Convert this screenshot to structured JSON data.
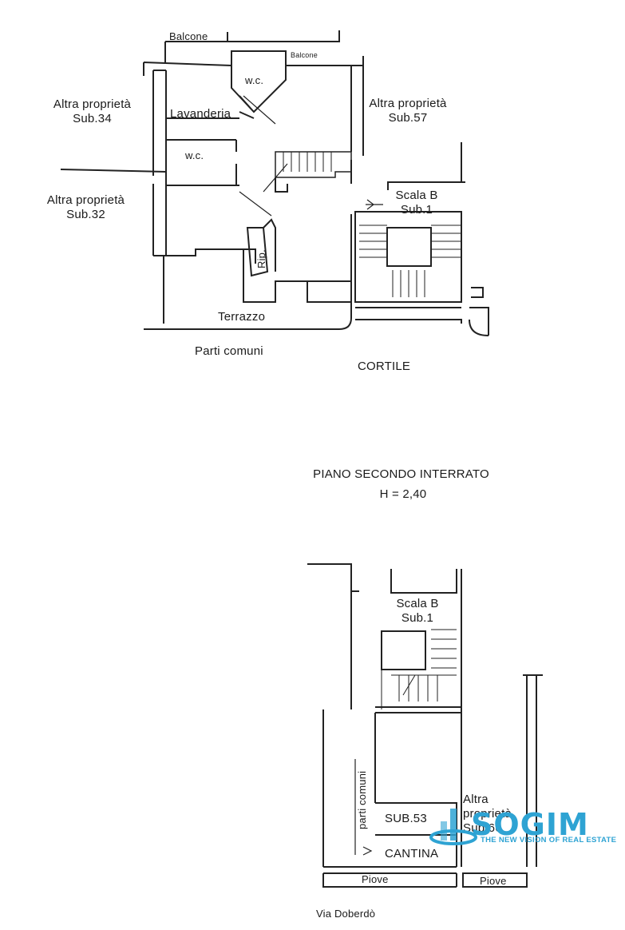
{
  "upper_floor": {
    "balcone_left": "Balcone",
    "balcone_right": "Balcone",
    "wc_top": "w.c.",
    "lavanderia": "Lavanderia",
    "wc_left": "w.c.",
    "altra_34_line1": "Altra proprietà",
    "altra_34_line2": "Sub.34",
    "altra_57_line1": "Altra proprietà",
    "altra_57_line2": "Sub.57",
    "altra_32_line1": "Altra proprietà",
    "altra_32_line2": "Sub.32",
    "scala_b": "Scala B",
    "scala_sub": "Sub.1",
    "rip": "Rip.",
    "terrazzo": "Terrazzo",
    "parti_comuni": "Parti comuni",
    "cortile": "CORTILE"
  },
  "basement": {
    "title": "PIANO SECONDO INTERRATO",
    "height": "H = 2,40",
    "scala_b": "Scala B",
    "scala_sub": "Sub.1",
    "parti_comuni": "parti comuni",
    "sub53": "SUB.53",
    "cantina": "CANTINA",
    "altra_66_line1": "Altra",
    "altra_66_line2": "proprietà",
    "altra_66_line3": "Sub.66",
    "piove_left": "Piove",
    "piove_right": "Piove",
    "via": "Via Doberdò"
  },
  "logo": {
    "name": "SOGIM",
    "tagline": "THE NEW VISION OF REAL ESTATE",
    "color": "#2ea3d3"
  }
}
